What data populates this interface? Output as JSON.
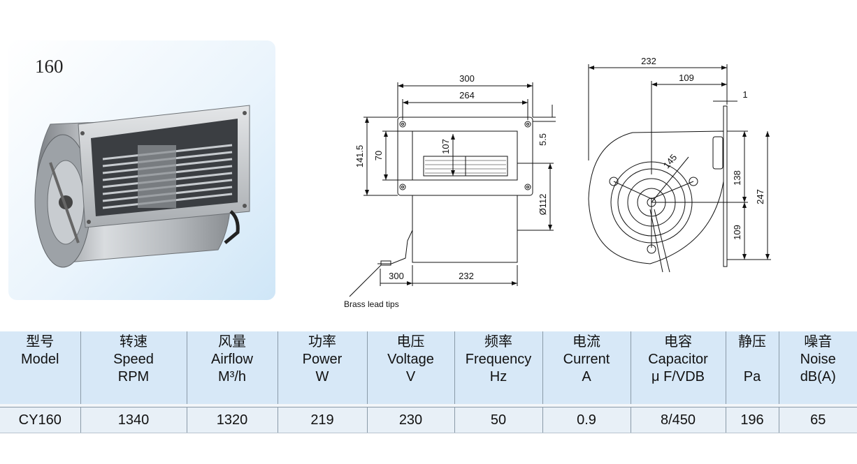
{
  "product": {
    "model_label": "160",
    "annotation": "Brass lead tips"
  },
  "front_view": {
    "dims": {
      "overall_width": "300",
      "hole_spacing": "264",
      "flange_height": "141.5",
      "outlet_height": "70",
      "outlet_inner": "107",
      "flange_offset": "5.5",
      "housing_dia": "Ø112",
      "lead_length": "300",
      "housing_length": "232"
    }
  },
  "side_view": {
    "dims": {
      "overall_width": "232",
      "axis_to_flange": "109",
      "flange_thickness": "1",
      "rotor_dia": "145",
      "upper_height": "138",
      "overall_height": "247",
      "lower_height": "109"
    }
  },
  "table": {
    "headers": [
      {
        "cn": "型号",
        "en": "Model",
        "unit": ""
      },
      {
        "cn": "转速",
        "en": "Speed",
        "unit": "RPM"
      },
      {
        "cn": "风量",
        "en": "Airflow",
        "unit": "M³/h"
      },
      {
        "cn": "功率",
        "en": "Power",
        "unit": "W"
      },
      {
        "cn": "电压",
        "en": "Voltage",
        "unit": "V"
      },
      {
        "cn": "频率",
        "en": "Frequency",
        "unit": "Hz"
      },
      {
        "cn": "电流",
        "en": "Current",
        "unit": "A"
      },
      {
        "cn": "电容",
        "en": "Capacitor",
        "unit": "μ F/VDB"
      },
      {
        "cn": "静压",
        "en": "",
        "unit": "Pa"
      },
      {
        "cn": "噪音",
        "en": "Noise",
        "unit": "dB(A)"
      }
    ],
    "rows": [
      [
        "CY160",
        "1340",
        "1320",
        "219",
        "230",
        "50",
        "0.9",
        "8/450",
        "196",
        "65"
      ]
    ]
  }
}
